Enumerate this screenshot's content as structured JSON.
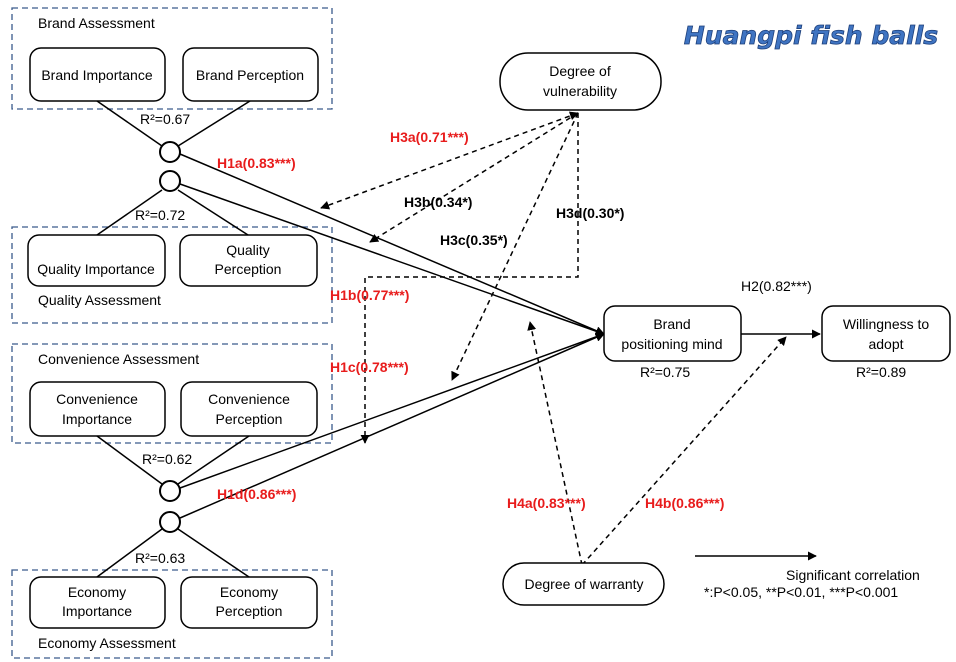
{
  "title": "Huangpi fish balls",
  "groups": {
    "brand": {
      "label": "Brand  Assessment",
      "importance": "Brand Importance",
      "perception": "Brand Perception",
      "r2": "R²=0.67"
    },
    "quality": {
      "label": "Quality Assessment",
      "importance": "Quality Importance",
      "perception_line1": "Quality",
      "perception_line2": "Perception",
      "r2": "R²=0.72"
    },
    "convenience": {
      "label": "Convenience Assessment",
      "importance_line1": "Convenience",
      "importance_line2": "Importance",
      "perception_line1": "Convenience",
      "perception_line2": "Perception",
      "r2": "R²=0.62"
    },
    "economy": {
      "label": "Economy Assessment",
      "importance_line1": "Economy",
      "importance_line2": "Importance",
      "perception_line1": "Economy",
      "perception_line2": "Perception",
      "r2": "R²=0.63"
    }
  },
  "nodes": {
    "vulnerability_line1": "Degree of",
    "vulnerability_line2": "vulnerability",
    "brand_mind_line1": "Brand",
    "brand_mind_line2": "positioning mind",
    "brand_mind_r2": "R²=0.75",
    "willingness_line1": "Willingness to",
    "willingness_line2": "adopt",
    "willingness_r2": "R²=0.89",
    "warranty": "Degree of warranty"
  },
  "paths": {
    "h1a": "H1a(0.83***)",
    "h1b": "H1b(0.77***)",
    "h1c": "H1c(0.78***)",
    "h1d": "H1d(0.86***)",
    "h2": "H2(0.82***)",
    "h3a": "H3a(0.71***)",
    "h3b": "H3b(0.34*)",
    "h3c": "H3c(0.35*)",
    "h3d": "H3d(0.30*)",
    "h4a": "H4a(0.83***)",
    "h4b": "H4b(0.86***)"
  },
  "legend": {
    "label": "Significant correlation",
    "significance": "*:P<0.05, **P<0.01, ***P<0.001"
  },
  "colors": {
    "hypothesis_red": "#e81c1c",
    "group_border": "#3a5a8c",
    "title_fill": "#3f74c2",
    "line": "#000000"
  }
}
